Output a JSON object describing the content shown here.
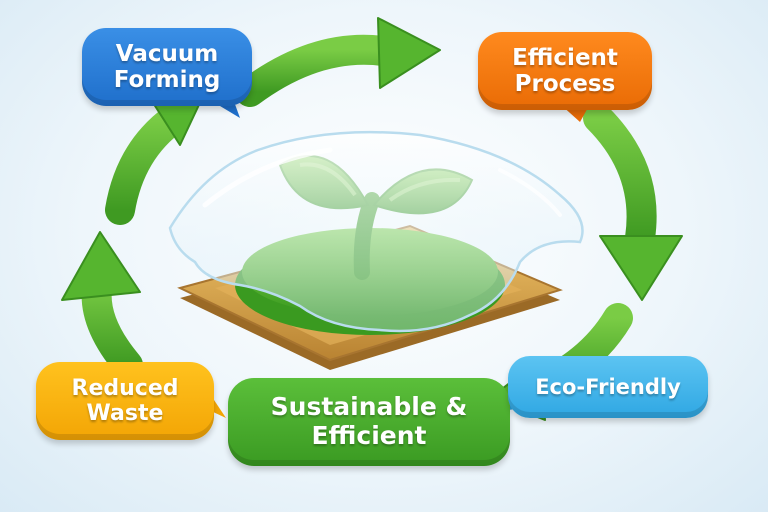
{
  "labels": {
    "vacuum_forming": "Vacuum\nForming",
    "efficient_process": "Efficient\nProcess",
    "reduced_waste": "Reduced\nWaste",
    "sustainable_efficient": "Sustainable &\nEfficient",
    "eco_friendly": "Eco-Friendly"
  },
  "colors": {
    "arrow_green": "#56b52f",
    "arrow_dark": "#3a8f1f",
    "plant_green": "#4fae2c",
    "tray_gold": "#d9a548",
    "vacuum_blue": "#1f6fcb",
    "process_orange": "#e96b05",
    "waste_yellow": "#f3a505",
    "sustain_green": "#3a9a22",
    "eco_blue": "#2fa7e3"
  },
  "icons": [
    "cycle-arrow-icon",
    "seedling-icon",
    "plastic-film-icon",
    "mold-tray-icon"
  ]
}
